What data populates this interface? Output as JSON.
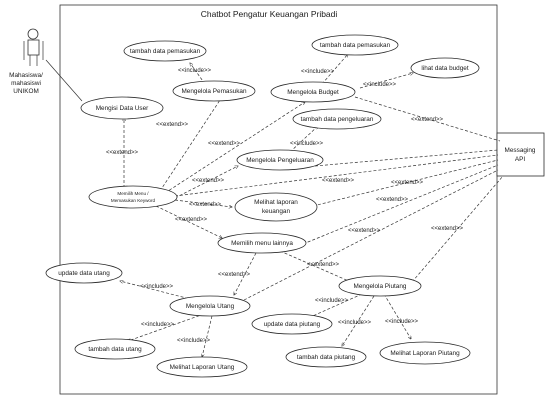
{
  "title": "Chatbot Pengatur Keuangan Pribadi",
  "actors": {
    "user": [
      "Mahasiswa/",
      "mahasiswi",
      "UNIKOM"
    ],
    "api": [
      "Messaging",
      "API"
    ]
  },
  "use_cases": {
    "tambah_pemasukan": "tambah data pemasukan",
    "mengelola_pemasukan": "Mengelola Pemasukan",
    "tambah_pemasukan_2": "tambah data pemasukan",
    "mengelola_budget": "Mengelola Budget",
    "lihat_budget": "lihat data budget",
    "mengisi_data_user": "Mengisi Data User",
    "tambah_pengeluaran": "tambah data pengeluaran",
    "mengelola_pengeluaran": "Mengelola Pengeluaran",
    "memilih_menu_1": "Memilih Menu /",
    "memilih_menu_2": "Memasukan Keyword",
    "melihat_laporan_1": "Melihat laporan",
    "melihat_laporan_2": "keuangan",
    "memilih_menu_lainnya": "Memilih menu lainnya",
    "update_utang": "update data utang",
    "mengelola_utang": "Mengelola Utang",
    "mengelola_piutang": "Mengelola Piutang",
    "tambah_utang": "tambah data utang",
    "update_piutang": "update data piutang",
    "tambah_piutang": "tambah data piutang",
    "laporan_utang": "Melihat Laporan Utang",
    "laporan_piutang": "Melihat Laporan Piutang"
  },
  "relations": {
    "include": "<<include>>",
    "extend": "<<extend>>"
  }
}
